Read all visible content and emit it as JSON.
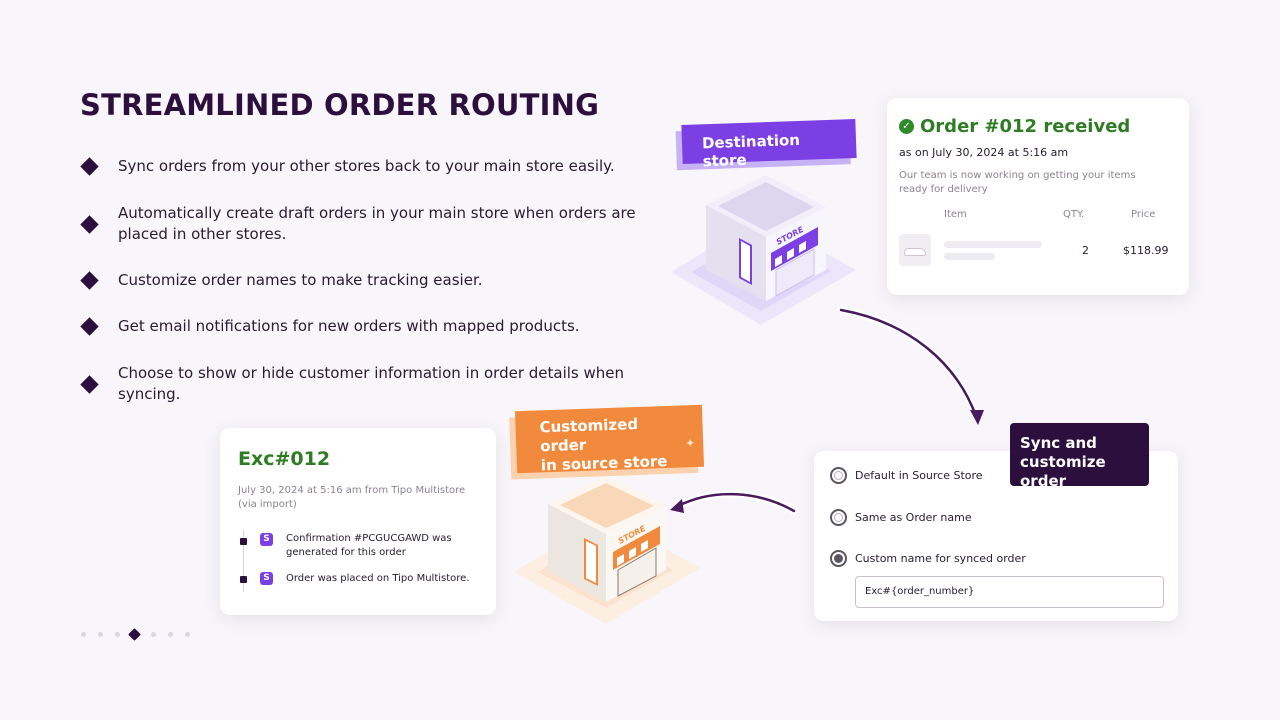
{
  "heading": "STREAMLINED ORDER ROUTING",
  "features": [
    "Sync orders from your other stores back to your main store easily.",
    "Automatically create draft orders in your main store when orders are placed in other stores.",
    "Customize order names to make tracking easier.",
    "Get email notifications for new orders with mapped products.",
    "Choose to show or hide customer information in order details when syncing."
  ],
  "destination_tag": "Destination store",
  "order_card": {
    "title": "Order #012 received",
    "date": "as on July 30, 2024 at 5:16 am",
    "message": "Our team is now working on getting your items ready for delivery",
    "col_item": "Item",
    "col_qty": "QTY.",
    "col_price": "Price",
    "qty": "2",
    "price": "$118.99"
  },
  "store_sign": "STORE",
  "source_tag": {
    "line1": "Customized order",
    "line2": "in source store"
  },
  "sync_tag": {
    "line1": "Sync and",
    "line2": "customize order"
  },
  "exc_card": {
    "title": "Exc#012",
    "date": "July 30, 2024 at 5:16 am from Tipo Multistore (via import)",
    "events": [
      "Confirmation #PCGUCGAWD was generated for this order",
      "Order was placed on Tipo Multistore."
    ]
  },
  "options": {
    "items": [
      {
        "label": "Default in Source Store",
        "selected": false
      },
      {
        "label": "Same as Order name",
        "selected": false
      },
      {
        "label": "Custom name for synced order",
        "selected": true
      }
    ],
    "input_value": "Exc#{order_number}"
  },
  "colors": {
    "brand_dark": "#2d0f3d",
    "purple": "#7b3fe4",
    "orange": "#f28a3d",
    "green": "#2f7d23"
  },
  "pagination": {
    "total": 7,
    "active": 4
  }
}
